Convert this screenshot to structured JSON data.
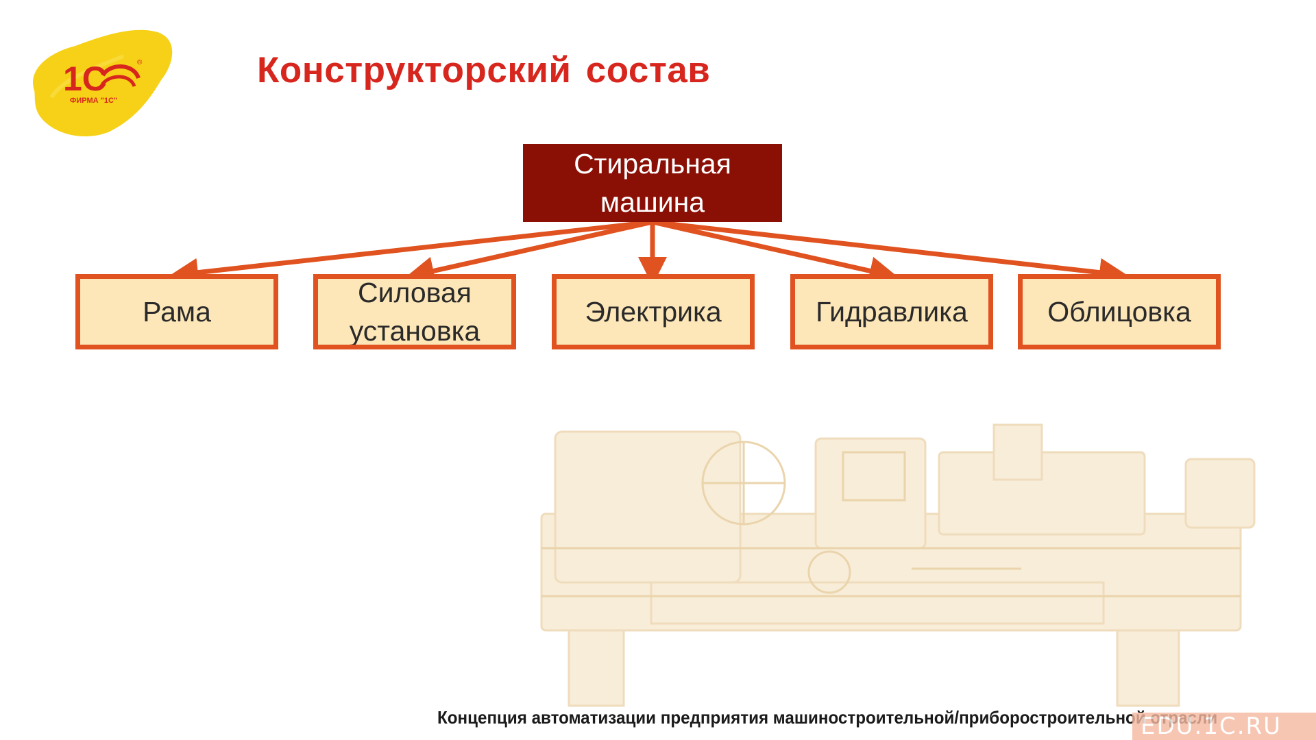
{
  "slide": {
    "title": "Конструкторский состав",
    "footer": "Концепция автоматизации предприятия машиностроительной/приборостроительной отрасли"
  },
  "logo": {
    "brand": "1С",
    "subtitle": "ФИРМА \"1С\"",
    "icon": "1c-logo-icon"
  },
  "diagram": {
    "root": "Стиральная машина",
    "children": [
      "Рама",
      "Силовая установка",
      "Электрика",
      "Гидравлика",
      "Облицовка"
    ]
  },
  "watermark": "EDU.1C.RU",
  "colors": {
    "title": "#d7261e",
    "root_fill": "#8a1006",
    "child_fill": "#fde7b8",
    "child_border": "#e0521f",
    "arrow": "#e0521f",
    "logo_yellow": "#f7d117",
    "logo_red": "#d7261e"
  }
}
